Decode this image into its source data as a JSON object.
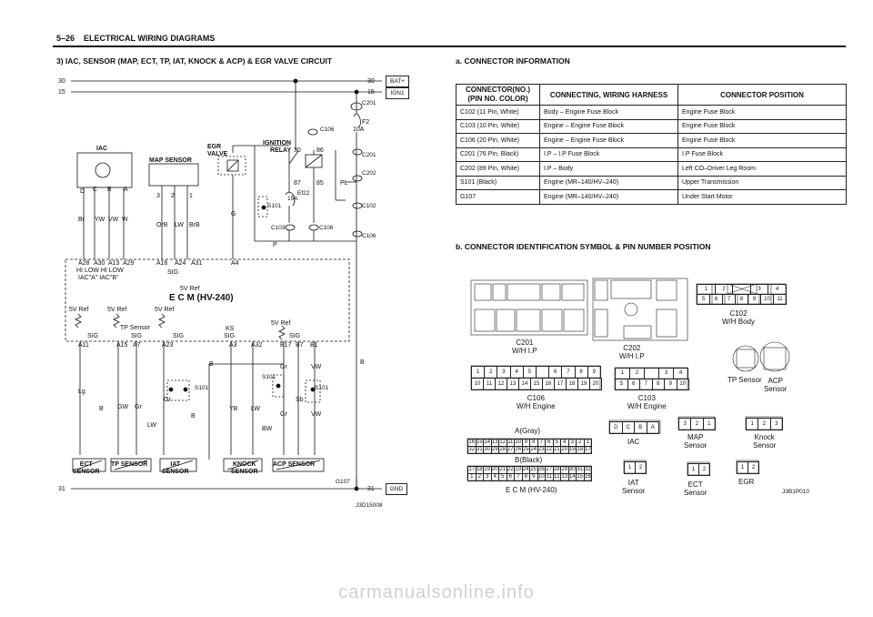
{
  "header": {
    "page": "5–26",
    "section": "ELECTRICAL WIRING DIAGRAMS",
    "circuit_title": "3) IAC, SENSOR (MAP, ECT, TP, IAT, KNOCK & ACP) & EGR VALVE CIRCUIT"
  },
  "rails": {
    "r30": "30",
    "r15": "15",
    "r31": "31",
    "bat_tag": "BAT+",
    "ign_tag": "IGN1",
    "gnd_tag": "GND",
    "g107": "G107"
  },
  "components": {
    "iac": "IAC",
    "map": "MAP SENSOR",
    "egr": "EGR\nVALVE",
    "relay": "IGNITION\nRELAY",
    "ecm": "E C M (HV-240)",
    "ect": "ECT\nSENSOR",
    "tp": "TP SENSOR",
    "iat": "IAT\nSENSOR",
    "knock": "KNOCK\nSENSOR",
    "acp": "ACP SENSOR",
    "fuse_f2": "F2",
    "fuse_10a": "10A",
    "fuse_ef22": "Ef22",
    "fuse_15a": "15A"
  },
  "labels": {
    "c201": "C201",
    "c202": "C202",
    "c102": "C102",
    "c106": "C106",
    "c103": "C103",
    "s101": "S101",
    "iac_pins": [
      "D",
      "C",
      "B",
      "A"
    ],
    "iac_wires": [
      "Br",
      "YW",
      "VW",
      "W"
    ],
    "map_pins": [
      "3",
      "2",
      "1"
    ],
    "map_wires": [
      "OrB",
      "LW",
      "BrB"
    ],
    "ecm_pins_top": [
      "A28",
      "A30",
      "A13",
      "A29",
      "A16",
      "A24",
      "A31",
      "A4"
    ],
    "hi_low": "HI  LOW  HI  LOW",
    "iac_ab": "IAC\"A\"   IAC\"B\"",
    "sig": "SIG",
    "vref": "5V Ref",
    "ks": "KS",
    "tp_sig": "TP Sensor",
    "ecm_pins_bot": [
      "A11",
      "A15",
      "A7",
      "A23",
      "A3",
      "A32",
      "B17",
      "B7",
      "B1"
    ],
    "wires_misc": [
      "Lg",
      "B",
      "GW",
      "Gr",
      "LW",
      "Gr",
      "B",
      "YB",
      "LW",
      "BW",
      "Gr",
      "Sb",
      "VW",
      "VW",
      "PL",
      "P",
      "G",
      "B"
    ],
    "doc_code": "J3D15008",
    "relay_pins": [
      "30",
      "86",
      "87",
      "85"
    ]
  },
  "connector_info": {
    "title": "a. CONNECTOR INFORMATION",
    "headers": [
      "CONNECTOR(NO.)\n(PIN NO. COLOR)",
      "CONNECTING, WIRING HARNESS",
      "CONNECTOR POSITION"
    ],
    "rows": [
      [
        "C102 (11 Pin, White)",
        "Body – Engine Fuse Block",
        "Engine Fuse Block"
      ],
      [
        "C103 (10 Pin, White)",
        "Engine – Engine Fuse Block",
        "Engine Fuse Block"
      ],
      [
        "C106 (20 Pin, White)",
        "Engine – Engine Fuse Block",
        "Engine Fuse Block"
      ],
      [
        "C201 (76 Pin, Black)",
        "I.P – I.P Fuse Block",
        "I.P Fuse Block"
      ],
      [
        "C202 (89 Pin, White)",
        "I.P – Body",
        "Left CO–Driver Leg Room"
      ],
      [
        "S101 (Black)",
        "Engine (MR–140/HV–240)",
        "Upper Transmission"
      ],
      [
        "G107",
        "Engine (MR–140/HV–240)",
        "Under Start Motor"
      ]
    ]
  },
  "connector_id": {
    "title": "b. CONNECTOR IDENTIFICATION SYMBOL & PIN NUMBER POSITION",
    "c201": "C201\nW/H I.P",
    "c202": "C202\nW/H I.P",
    "c102": "C102\nW/H Body",
    "c102_top": [
      "1",
      "2",
      "",
      "3",
      "4"
    ],
    "c102_bot": [
      "5",
      "6",
      "7",
      "8",
      "9",
      "10",
      "11"
    ],
    "c106": "C106\nW/H Engine",
    "c106_top": [
      "1",
      "2",
      "3",
      "4",
      "5",
      "",
      "6",
      "7",
      "8",
      "9"
    ],
    "c106_bot": [
      "10",
      "11",
      "12",
      "13",
      "14",
      "15",
      "16",
      "17",
      "18",
      "19",
      "20"
    ],
    "c103": "C103\nW/H Engine",
    "c103_top": [
      "1",
      "2",
      "",
      "3",
      "4"
    ],
    "c103_bot": [
      "5",
      "6",
      "7",
      "8",
      "9",
      "10"
    ],
    "tp": "TP Sensor",
    "acp": "ACP\nSensor",
    "a_gray": "A(Gray)",
    "b_black": "B(Black)",
    "ecm": "E C M (HV-240)",
    "a_top": [
      "16",
      "15",
      "14",
      "13",
      "12",
      "11",
      "10",
      "9",
      "8",
      "7",
      "6",
      "5",
      "4",
      "3",
      "2",
      "1"
    ],
    "a_bot": [
      "32",
      "31",
      "30",
      "29",
      "28",
      "27",
      "26",
      "25",
      "24",
      "23",
      "22",
      "21",
      "20",
      "19",
      "18",
      "17"
    ],
    "b_top": [
      "17",
      "18",
      "19",
      "20",
      "21",
      "22",
      "23",
      "24",
      "25",
      "26",
      "27",
      "28",
      "29",
      "30",
      "31",
      "32"
    ],
    "b_bot": [
      "1",
      "2",
      "3",
      "4",
      "5",
      "6",
      "7",
      "8",
      "9",
      "10",
      "11",
      "12",
      "13",
      "14",
      "15",
      "16"
    ],
    "iac": "IAC",
    "iac_pins": [
      "D",
      "C",
      "B",
      "A"
    ],
    "map": "MAP\nSensor",
    "map_pins": [
      "3",
      "2",
      "1"
    ],
    "knock": "Knock\nSensor",
    "knock_pins": [
      "1",
      "2",
      "3"
    ],
    "iat": "IAT\nSensor",
    "ect": "ECT\nSensor",
    "egr": "EGR",
    "two_pins": [
      "1",
      "2"
    ],
    "code": "J3B1P010"
  },
  "watermark": "carmanualsonline.info"
}
